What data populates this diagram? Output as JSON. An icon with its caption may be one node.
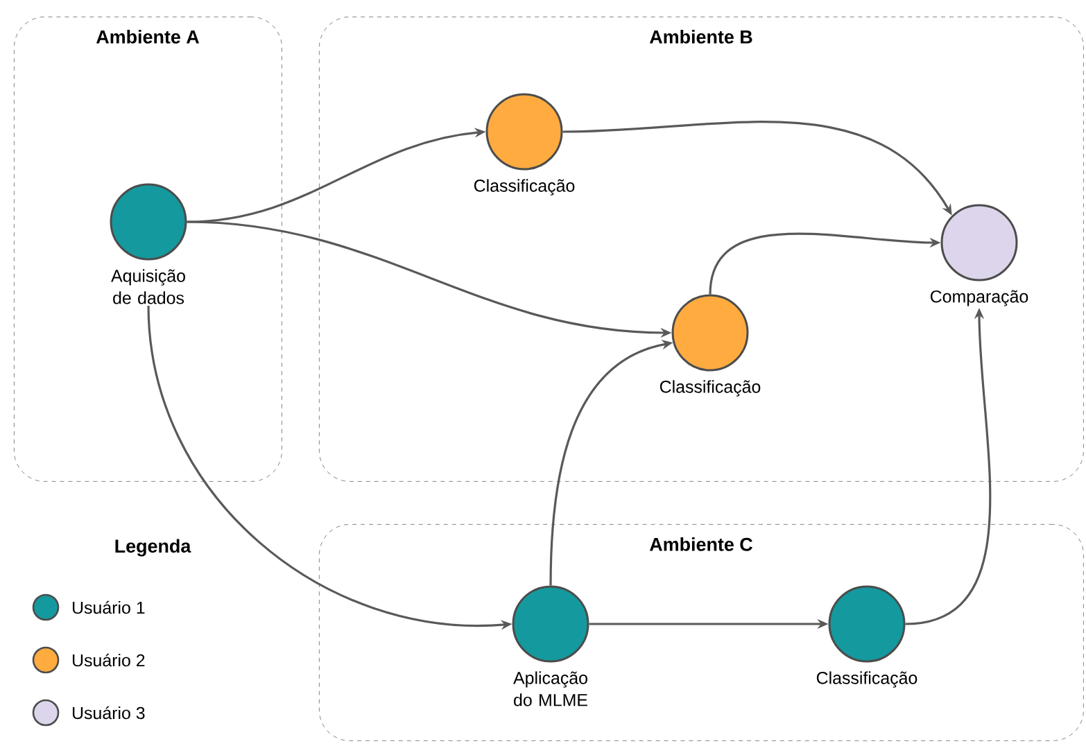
{
  "diagram": {
    "nodes": [
      {
        "text": [
          "Ambiente A"
        ]
      },
      {
        "text": [
          "Ambiente B"
        ]
      },
      {
        "text": [
          "Ambiente C"
        ]
      },
      {
        "text": [
          "Aquisição de dados"
        ],
        "in": 0
      },
      {
        "text": [
          "Classificação"
        ],
        "in": 1
      },
      {
        "text": [
          "Classificação"
        ],
        "in": 1
      },
      {
        "text": [
          "Comparação"
        ],
        "in": 1
      },
      {
        "text": [
          "Aplicação do MLME"
        ],
        "in": 2
      },
      {
        "text": [
          "Classificação"
        ],
        "in": 2
      }
    ],
    "edges": [
      {
        "from": 3,
        "to": 4,
        "arrow": "to"
      },
      {
        "from": 3,
        "to": 5,
        "arrow": "to"
      },
      {
        "from": 3,
        "to": 7,
        "arrow": "to"
      },
      {
        "from": 4,
        "to": 6,
        "arrow": "to"
      },
      {
        "from": 5,
        "to": 6,
        "arrow": "to"
      },
      {
        "from": 7,
        "to": 5,
        "arrow": "to"
      },
      {
        "from": 7,
        "to": 8,
        "arrow": "to"
      },
      {
        "from": 8,
        "to": 6,
        "arrow": "to"
      }
    ],
    "labels": [
      "Legenda"
    ],
    "legend": [
      {
        "text": "Usuário 1",
        "color": "#14999e"
      },
      {
        "text": "Usuário 2",
        "color": "#ffab40"
      },
      {
        "text": "Usuário 3",
        "color": "#ddd5ec"
      }
    ]
  }
}
